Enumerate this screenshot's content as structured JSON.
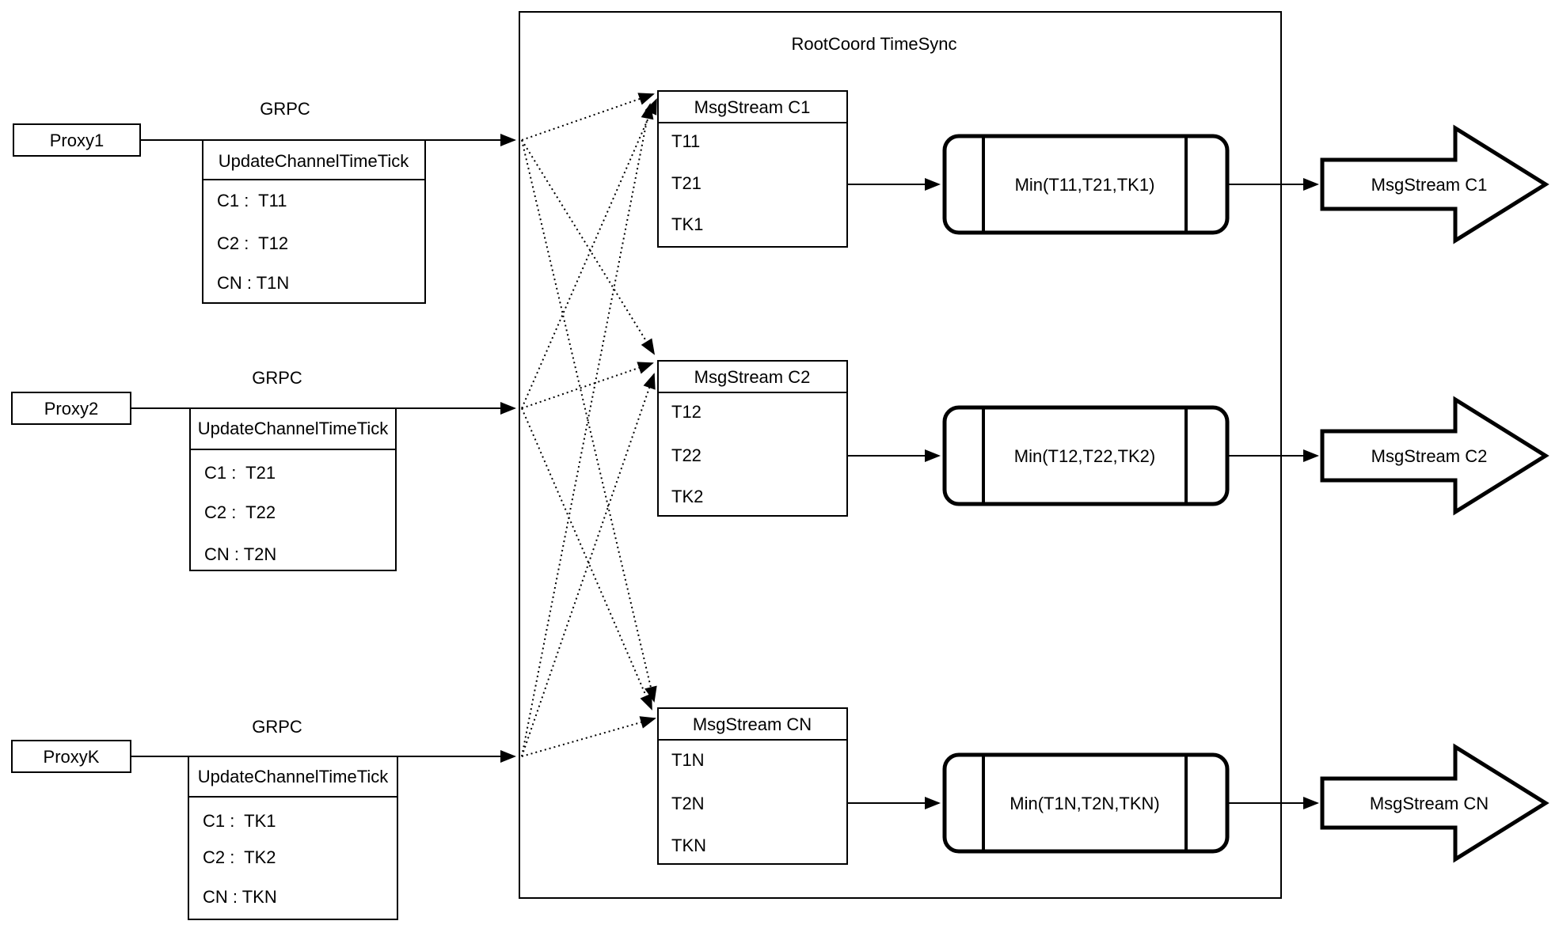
{
  "diagram": {
    "title": "RootCoord TimeSync",
    "grpc_label": "GRPC",
    "proxies": [
      {
        "name": "Proxy1",
        "table": {
          "header": "UpdateChannelTimeTick",
          "rows": [
            "C1 :  T11",
            "C2 :  T12",
            "CN : T1N"
          ]
        }
      },
      {
        "name": "Proxy2",
        "table": {
          "header": "UpdateChannelTimeTick",
          "rows": [
            "C1 :  T21",
            "C2 :  T22",
            "CN : T2N"
          ]
        }
      },
      {
        "name": "ProxyK",
        "table": {
          "header": "UpdateChannelTimeTick",
          "rows": [
            "C1 :  TK1",
            "C2 :  TK2",
            "CN : TKN"
          ]
        }
      }
    ],
    "streams": [
      {
        "header": "MsgStream C1",
        "rows": [
          "T11",
          "T21",
          "TK1"
        ],
        "min_label": "Min(T11,T21,TK1)",
        "out_label": "MsgStream C1"
      },
      {
        "header": "MsgStream C2",
        "rows": [
          "T12",
          "T22",
          "TK2"
        ],
        "min_label": "Min(T12,T22,TK2)",
        "out_label": "MsgStream C2"
      },
      {
        "header": "MsgStream CN",
        "rows": [
          "T1N",
          "T2N",
          "TKN"
        ],
        "min_label": "Min(T1N,T2N,TKN)",
        "out_label": "MsgStream CN"
      }
    ],
    "colors": {
      "stroke": "#000000",
      "background": "#ffffff"
    }
  }
}
